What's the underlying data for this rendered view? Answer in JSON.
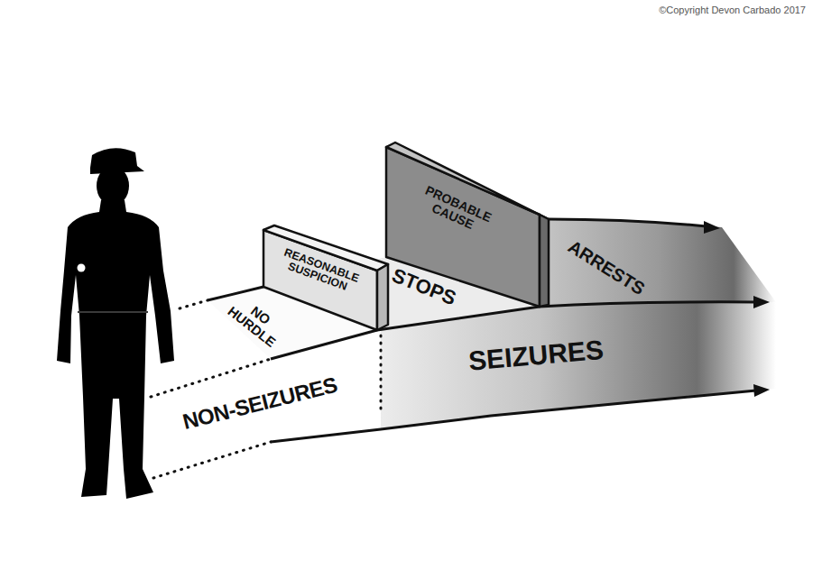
{
  "diagram": {
    "nodes": [
      {
        "text": [
          "NO HURDLE"
        ]
      },
      {
        "text": [
          "REASONABLE SUSPICION"
        ]
      },
      {
        "text": [
          "STOPS"
        ]
      },
      {
        "text": [
          "PROBABLE CAUSE"
        ]
      },
      {
        "text": [
          "ARRESTS"
        ]
      },
      {
        "text": [
          "NON-SEIZURES"
        ]
      },
      {
        "text": [
          "SEIZURES"
        ]
      }
    ],
    "labels": [
      "©Copyright Devon Carbado 2017"
    ]
  }
}
